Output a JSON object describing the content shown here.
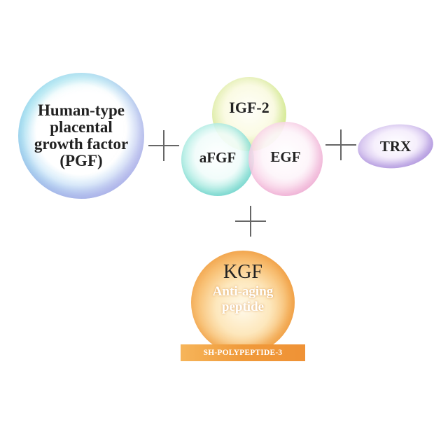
{
  "pgf": {
    "line1": "Human-type",
    "line2": "placental",
    "line3": "growth factor",
    "line4": "(PGF)"
  },
  "igf": {
    "label": "IGF-2"
  },
  "afgf": {
    "label": "aFGF"
  },
  "egf": {
    "label": "EGF"
  },
  "trx": {
    "label": "TRX"
  },
  "kgf": {
    "title": "KGF",
    "subtitle_line1": "Anti-aging",
    "subtitle_line2": "peptide",
    "tag": "SH-POLYPEPTIDE-3"
  },
  "colors": {
    "pgf_bubble": "#3a86d0",
    "igf_bubble": "#c2dc78",
    "afgf_bubble": "#5cc8c2",
    "egf_bubble": "#ec9fcf",
    "trx_bubble": "#a588d6",
    "kgf_bubble": "#f0962e",
    "kgf_tag": "#f09a3a",
    "plus_sign": "#666666"
  }
}
